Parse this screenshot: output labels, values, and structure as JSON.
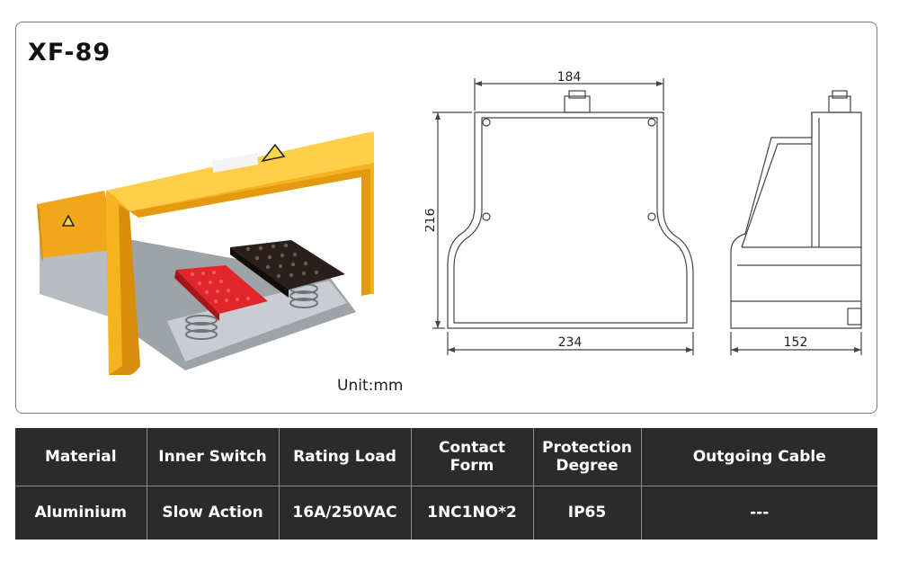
{
  "header": {
    "model": "XF-89"
  },
  "drawing": {
    "unit_label": "Unit:mm",
    "dims": {
      "top_width": "184",
      "height": "216",
      "bottom_width": "234",
      "depth": "152"
    }
  },
  "specs": {
    "headers": [
      "Material",
      "Inner Switch",
      "Rating Load",
      "Contact Form",
      "Protection Degree",
      "Outgoing Cable"
    ],
    "values": [
      "Aluminium",
      "Slow Action",
      "16A/250VAC",
      "1NC1NO*2",
      "IP65",
      "---"
    ]
  },
  "colors": {
    "cover_yellow": "#f5b31e",
    "pedal_red": "#e0262b",
    "pedal_black": "#2a1f1c",
    "table_bg": "#2b2b2b"
  }
}
